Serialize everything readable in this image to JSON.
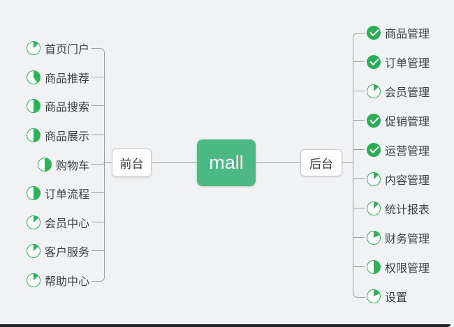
{
  "canvas": {
    "background_color": "#f1f2f3",
    "line_color": "#a0a0a0"
  },
  "icon_colors": {
    "progress": "#2fb15a",
    "done": "#2aad56"
  },
  "root_topic": {
    "label": "mall",
    "fill_color": "#4cb985",
    "text_color": "#ffffff"
  },
  "front_branch": {
    "label": "前台",
    "items": [
      {
        "label": "首页门户",
        "icon": "progress",
        "progress_pct": 13
      },
      {
        "label": "商品推荐",
        "icon": "progress",
        "progress_pct": 40
      },
      {
        "label": "商品搜索",
        "icon": "progress",
        "progress_pct": 50
      },
      {
        "label": "商品展示",
        "icon": "progress",
        "progress_pct": 50
      },
      {
        "label": "购物车",
        "icon": "progress",
        "progress_pct": 50
      },
      {
        "label": "订单流程",
        "icon": "progress",
        "progress_pct": 50
      },
      {
        "label": "会员中心",
        "icon": "progress",
        "progress_pct": 13
      },
      {
        "label": "客户服务",
        "icon": "progress",
        "progress_pct": 13
      },
      {
        "label": "帮助中心",
        "icon": "progress",
        "progress_pct": 13
      }
    ]
  },
  "back_branch": {
    "label": "后台",
    "items": [
      {
        "label": "商品管理",
        "icon": "done"
      },
      {
        "label": "订单管理",
        "icon": "done"
      },
      {
        "label": "会员管理",
        "icon": "progress",
        "progress_pct": 13
      },
      {
        "label": "促销管理",
        "icon": "done"
      },
      {
        "label": "运营管理",
        "icon": "done"
      },
      {
        "label": "内容管理",
        "icon": "progress",
        "progress_pct": 13
      },
      {
        "label": "统计报表",
        "icon": "progress",
        "progress_pct": 13
      },
      {
        "label": "财务管理",
        "icon": "progress",
        "progress_pct": 18
      },
      {
        "label": "权限管理",
        "icon": "progress",
        "progress_pct": 50
      },
      {
        "label": "设置",
        "icon": "progress",
        "progress_pct": 18
      }
    ]
  }
}
